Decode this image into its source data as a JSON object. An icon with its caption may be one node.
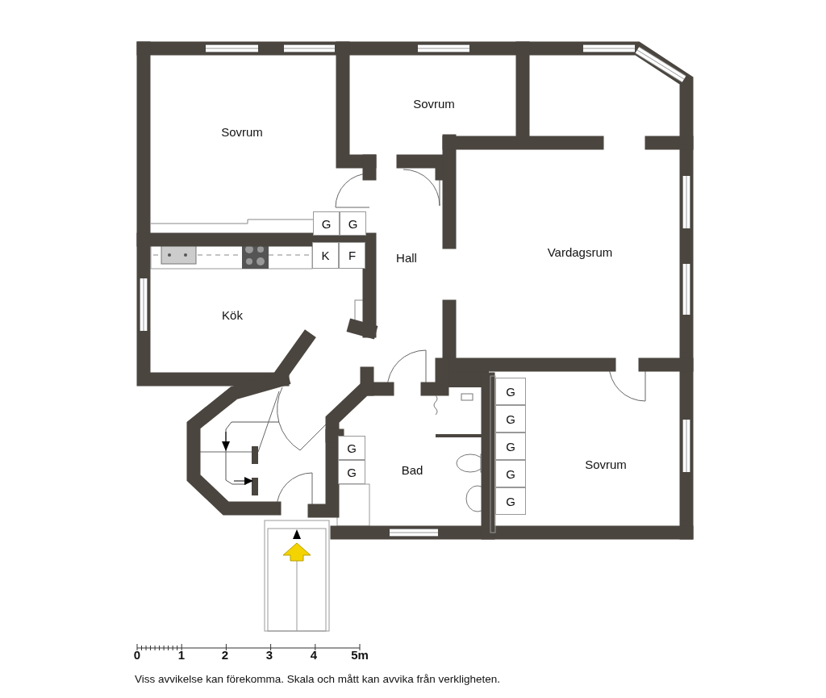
{
  "diagram": {
    "nodes": [
      {
        "text": [
          "Sovrum"
        ]
      },
      {
        "text": [
          "Sovrum"
        ]
      },
      {
        "text": [
          "G"
        ],
        "in": 0
      },
      {
        "text": [
          "G"
        ],
        "in": 0
      },
      {
        "text": [
          "Hall"
        ]
      },
      {
        "text": [
          "Vardagsrum"
        ]
      },
      {
        "text": [
          "Kök"
        ]
      },
      {
        "text": [
          "K"
        ],
        "in": 6
      },
      {
        "text": [
          "F"
        ],
        "in": 6
      },
      {
        "text": [
          "Sovrum"
        ]
      },
      {
        "text": [
          "G"
        ],
        "in": 9
      },
      {
        "text": [
          "G"
        ],
        "in": 9
      },
      {
        "text": [
          "G"
        ],
        "in": 9
      },
      {
        "text": [
          "G"
        ],
        "in": 9
      },
      {
        "text": [
          "G"
        ],
        "in": 9
      },
      {
        "text": [
          "Bad"
        ]
      },
      {
        "text": [
          "G"
        ],
        "in": 15
      },
      {
        "text": [
          "G"
        ],
        "in": 15
      }
    ],
    "labels": [
      "0",
      "1",
      "2",
      "3",
      "4",
      "5m"
    ],
    "caption": "Viss avvikelse kan förekomma. Skala och mått kan avvika från verkligheten."
  }
}
